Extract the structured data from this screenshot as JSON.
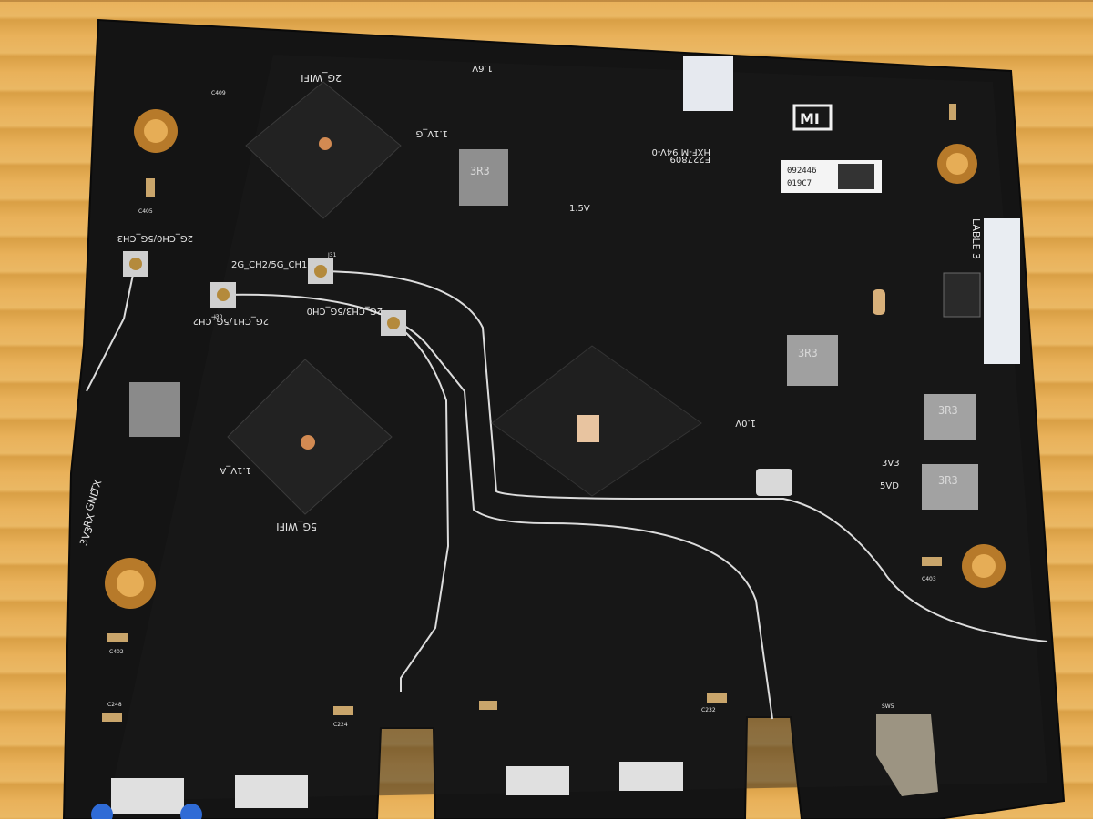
{
  "board": {
    "brand_logo": "MI",
    "model_code": "HXF-M 94V-0",
    "ul_number": "E227809",
    "rf_labels": {
      "wifi_2g": "2G_WIFI",
      "wifi_5g": "5G_WIFI",
      "ant_ch0_ch3": "2G_CH0/5G_CH3",
      "ant_ch2_ch1": "2G_CH2/5G_CH1",
      "ant_ch1_ch2": "2G_CH1/5G_CH2",
      "ant_ch3_ch0": "2G_CH3/5G_CH0"
    },
    "power_labels": {
      "v16_top": "1.6V",
      "v1_1_g": "1.1V_G",
      "v1_5": "1.5V",
      "v1_1_a": "1.1V_A",
      "v1_0": "1.0V",
      "v3_3": "3V3",
      "v5": "5VD"
    },
    "inductor_marking": "3R3",
    "serial_pins": [
      "TX",
      "GND",
      "RX",
      "3V3"
    ],
    "lable_text": "LABLE 3",
    "serial_sticker_lines": [
      "092446",
      "019C7"
    ],
    "ref_labels": {
      "c409": "C409",
      "c405": "C405",
      "c402": "C402",
      "c403": "C403",
      "c248": "C248",
      "c224": "C224",
      "c232": "C232",
      "sw5": "SW5",
      "j30": "J30",
      "j31": "J31"
    },
    "colors": {
      "pcb": "#141414",
      "silkscreen": "#e8e8e8",
      "copper_ring": "#b77a2a",
      "wood": "#e6ad56"
    }
  }
}
